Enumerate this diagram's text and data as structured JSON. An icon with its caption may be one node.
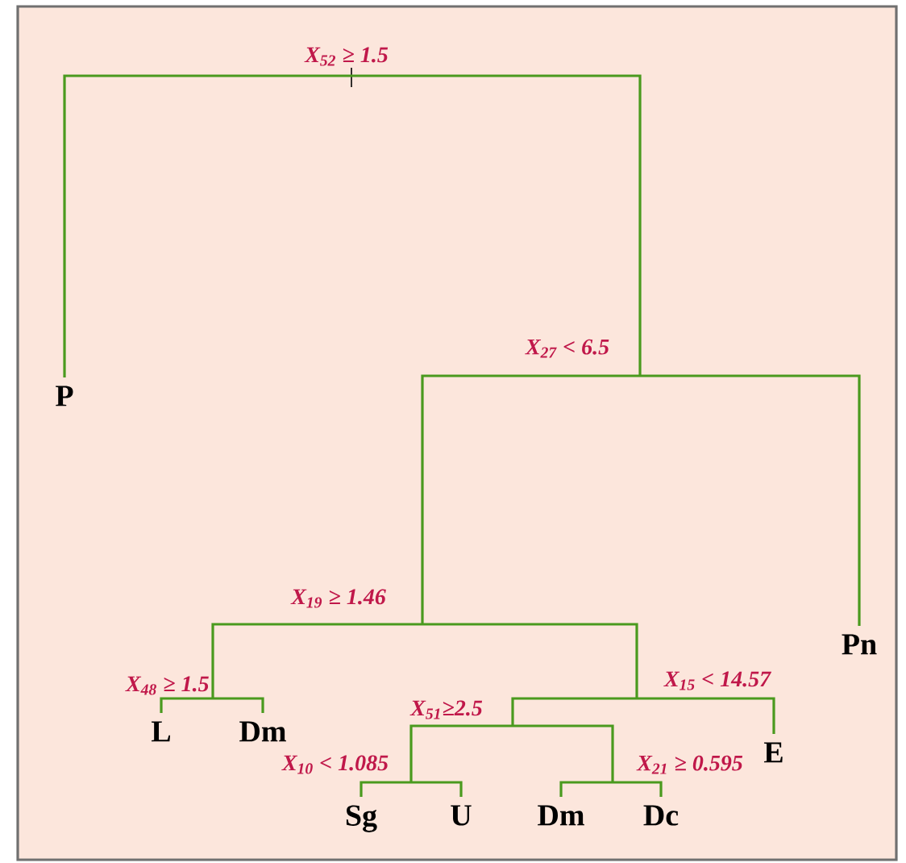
{
  "diagram": {
    "nodes": [
      {
        "text": [
          "X$_{52}$ ≥ 1.5"
        ]
      },
      {
        "text": [
          "P"
        ]
      },
      {
        "text": [
          "X$_{27}$ < 6.5"
        ]
      },
      {
        "text": [
          "X$_{19}$ ≥ 1.46"
        ]
      },
      {
        "text": [
          "Pn"
        ]
      },
      {
        "text": [
          "X$_{48}$ ≥ 1.5"
        ]
      },
      {
        "text": [
          "L"
        ]
      },
      {
        "text": [
          "Dm"
        ]
      },
      {
        "text": [
          "X$_{15}$ < 14.57"
        ]
      },
      {
        "text": [
          "X$_{51}$≥2.5"
        ]
      },
      {
        "text": [
          "E"
        ]
      },
      {
        "text": [
          "X$_{10}$ < 1.085"
        ]
      },
      {
        "text": [
          "Sg"
        ]
      },
      {
        "text": [
          "U"
        ]
      },
      {
        "text": [
          "X$_{21}$ ≥ 0.595"
        ]
      },
      {
        "text": [
          "Dm"
        ]
      },
      {
        "text": [
          "Dc"
        ]
      }
    ],
    "edges": [
      {
        "from": 0,
        "to": 1,
        "arrow": "none"
      },
      {
        "from": 0,
        "to": 2,
        "arrow": "none"
      },
      {
        "from": 2,
        "to": 3,
        "arrow": "none"
      },
      {
        "from": 2,
        "to": 4,
        "arrow": "none"
      },
      {
        "from": 3,
        "to": 5,
        "arrow": "none"
      },
      {
        "from": 3,
        "to": 8,
        "arrow": "none"
      },
      {
        "from": 5,
        "to": 6,
        "arrow": "none"
      },
      {
        "from": 5,
        "to": 7,
        "arrow": "none"
      },
      {
        "from": 8,
        "to": 9,
        "arrow": "none"
      },
      {
        "from": 8,
        "to": 10,
        "arrow": "none"
      },
      {
        "from": 9,
        "to": 11,
        "arrow": "none"
      },
      {
        "from": 9,
        "to": 14,
        "arrow": "none"
      },
      {
        "from": 11,
        "to": 12,
        "arrow": "none"
      },
      {
        "from": 11,
        "to": 13,
        "arrow": "none"
      },
      {
        "from": 14,
        "to": 15,
        "arrow": "none"
      },
      {
        "from": 14,
        "to": 16,
        "arrow": "none"
      }
    ]
  }
}
